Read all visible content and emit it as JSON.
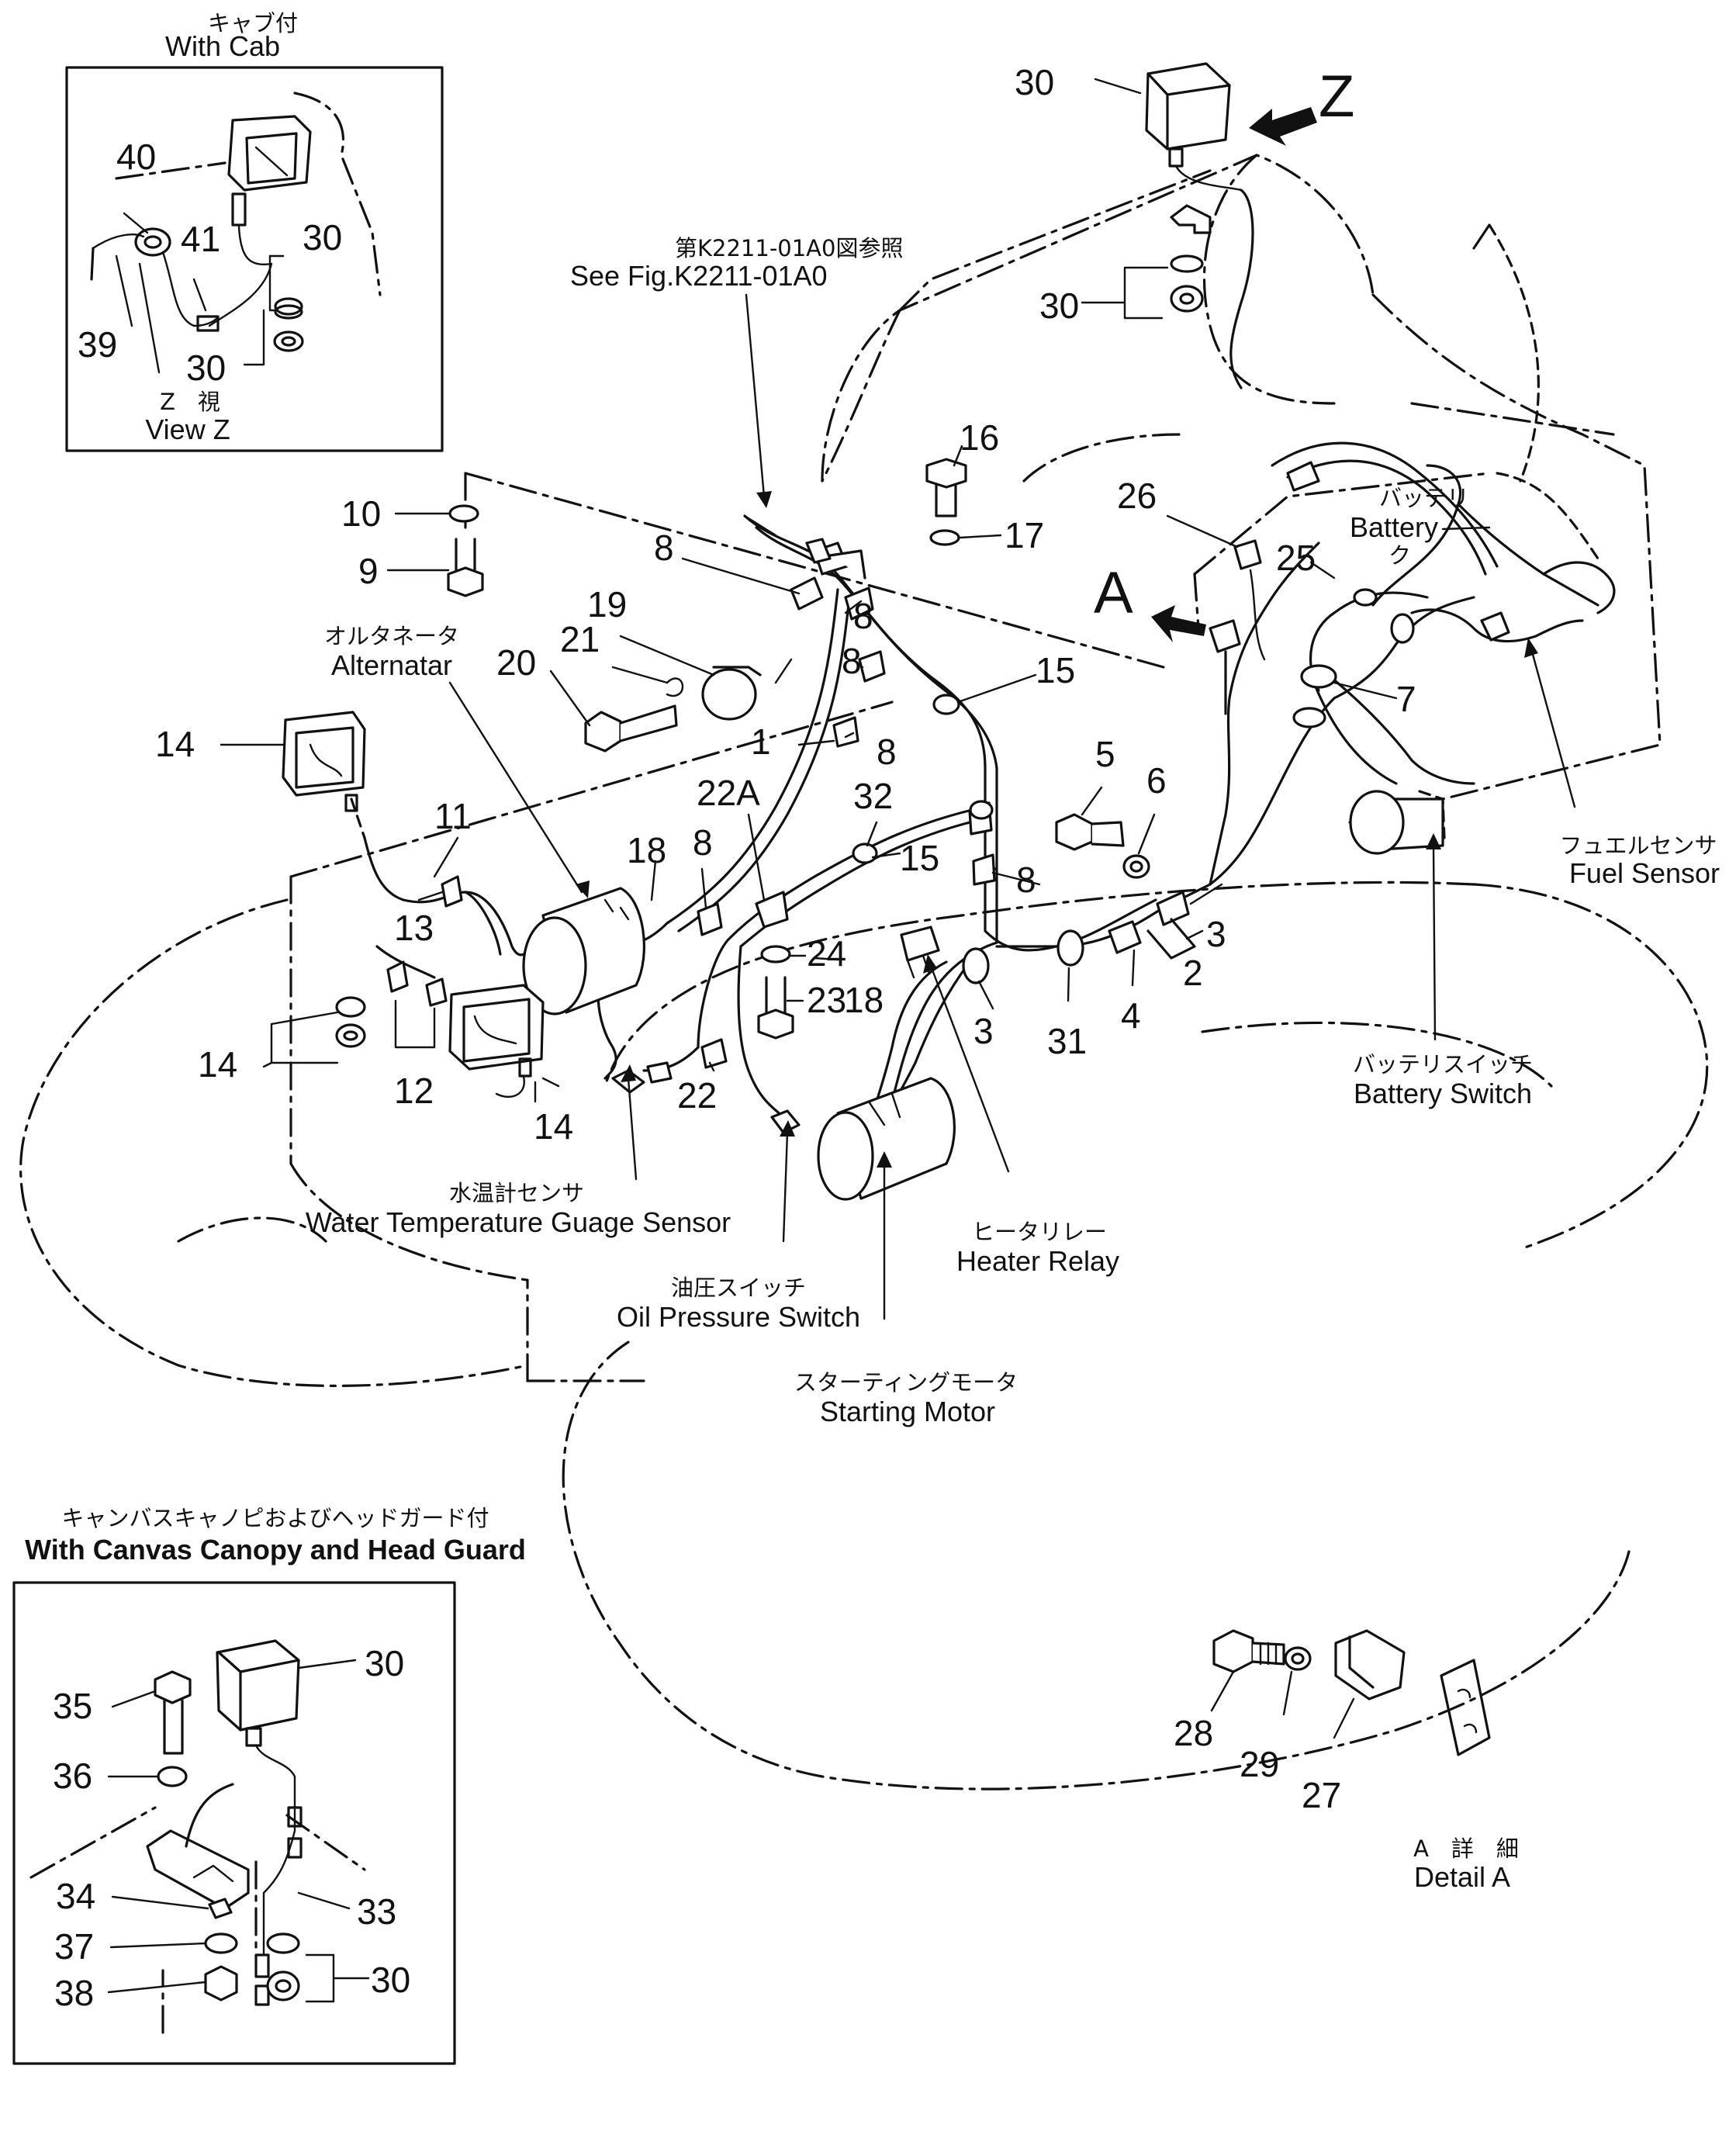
{
  "insets": {
    "with_cab": {
      "title_jp": "キャブ付",
      "title_en": "With Cab",
      "view_jp": "Z　視",
      "view_en": "View Z",
      "parts": [
        "40",
        "41",
        "30",
        "39",
        "30"
      ]
    },
    "canopy": {
      "title_jp": "キャンバスキャノピおよびヘッドガード付",
      "title_en": "With Canvas Canopy and Head Guard",
      "parts": [
        "30",
        "35",
        "36",
        "34",
        "33",
        "37",
        "38",
        "30"
      ]
    }
  },
  "view_markers": {
    "z": "Z",
    "a": "A"
  },
  "reference": {
    "jp": "第K2211-01A0図参照",
    "en": "See Fig.K2211-01A0"
  },
  "components": {
    "alternator": {
      "jp": "オルタネータ",
      "en": "Alternatar"
    },
    "battery": {
      "jp": "バッテリ",
      "en": "Battery",
      "extra": "ク"
    },
    "fuel_sensor": {
      "jp": "フュエルセンサ",
      "en": "Fuel Sensor"
    },
    "battery_switch": {
      "jp": "バッテリスイッチ",
      "en": "Battery Switch"
    },
    "heater_relay": {
      "jp": "ヒータリレー",
      "en": "Heater Relay"
    },
    "water_temp": {
      "jp": "水温計センサ",
      "en": "Water Temperature Guage Sensor"
    },
    "oil_pressure": {
      "jp": "油圧スイッチ",
      "en": "Oil Pressure Switch"
    },
    "starting_motor": {
      "jp": "スターティングモータ",
      "en": "Starting Motor"
    },
    "detail_a": {
      "jp": "A　詳　細",
      "en": "Detail A"
    }
  },
  "callouts": {
    "c30_top": "30",
    "c30_mid": "30",
    "c16": "16",
    "c17": "17",
    "c26": "26",
    "c25": "25",
    "c10": "10",
    "c9": "9",
    "c8a": "8",
    "c8b": "8",
    "c8c": "8",
    "c8d": "8",
    "c8e": "8",
    "c19": "19",
    "c21": "21",
    "c20": "20",
    "c15a": "15",
    "c15b": "15",
    "c1": "1",
    "c7": "7",
    "c14a": "14",
    "c14b": "14",
    "c14c": "14",
    "c11": "11",
    "c22a": "22A",
    "c32": "32",
    "c5": "5",
    "c6": "6",
    "c18a": "18",
    "c18b": "18",
    "c13": "13",
    "c12": "12",
    "c24": "24",
    "c23": "23",
    "c3a": "3",
    "c3b": "3",
    "c2": "2",
    "c4": "4",
    "c31": "31",
    "c22": "22",
    "c28": "28",
    "c29": "29",
    "c27": "27"
  }
}
